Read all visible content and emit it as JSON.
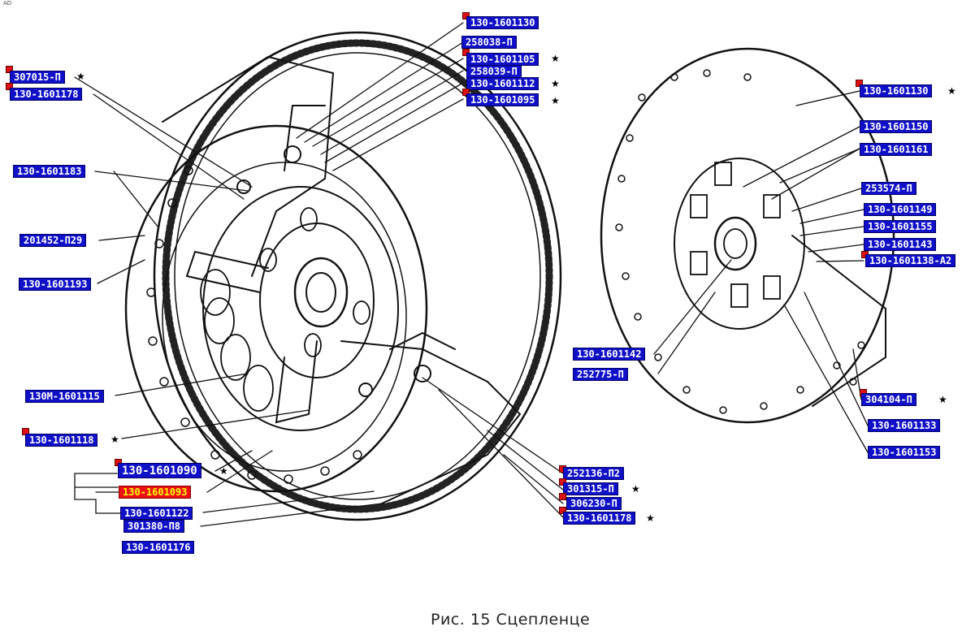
{
  "corner_mark": "AD",
  "caption": "Рис. 15  Сцепленце",
  "colors": {
    "label_bg": "#1010c8",
    "label_text": "#ffffff",
    "highlight_bg": "#ee1111",
    "highlight_text": "#ffff00",
    "marker": "#dd1111"
  },
  "labels": [
    {
      "text": "130-1601130"
    },
    {
      "text": "258038-П"
    },
    {
      "text": "130-1601105"
    },
    {
      "text": "258039-П"
    },
    {
      "text": "130-1601112"
    },
    {
      "text": "130-1601095"
    },
    {
      "text": "307015-П"
    },
    {
      "text": "130-1601178"
    },
    {
      "text": "130-1601183"
    },
    {
      "text": "201452-П29"
    },
    {
      "text": "130-1601193"
    },
    {
      "text": "130М-1601115"
    },
    {
      "text": "130-1601118"
    },
    {
      "text": "130-1601090"
    },
    {
      "text": "130-1601093"
    },
    {
      "text": "130-1601122"
    },
    {
      "text": "301380-П8"
    },
    {
      "text": "130-1601176"
    },
    {
      "text": "252136-П2"
    },
    {
      "text": "301315-П"
    },
    {
      "text": "306230-П"
    },
    {
      "text": "130-1601178"
    },
    {
      "text": "130-1601130"
    },
    {
      "text": "130-1601150"
    },
    {
      "text": "130-1601161"
    },
    {
      "text": "253574-П"
    },
    {
      "text": "130-1601149"
    },
    {
      "text": "130-1601155"
    },
    {
      "text": "130-1601143"
    },
    {
      "text": "130-1601138-А2"
    },
    {
      "text": "130-1601142"
    },
    {
      "text": "252775-П"
    },
    {
      "text": "304104-П"
    },
    {
      "text": "130-1601133"
    },
    {
      "text": "130-1601153"
    }
  ],
  "star": "★"
}
